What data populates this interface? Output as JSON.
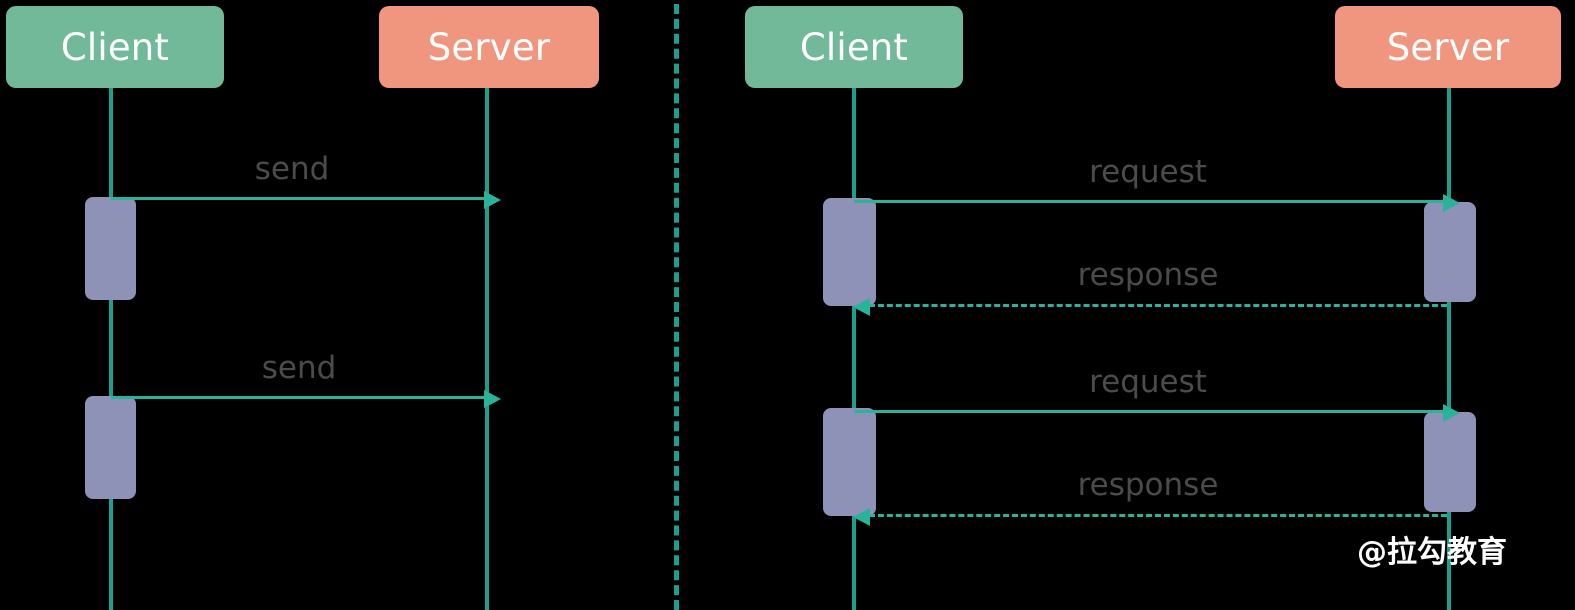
{
  "diagram": {
    "type": "uml-sequence-diagram",
    "title": "",
    "background_color": "#000000",
    "colors": {
      "client_box": "#72b99a",
      "server_box": "#f0967f",
      "lifeline": "#1aa08c",
      "message_line": "#2bb39a",
      "activation_bar": "#8e92b7",
      "label_text": "#4b4b4b",
      "participant_text": "#ffffff",
      "divider": "#1aa08c",
      "watermark_text": "#ffffff"
    },
    "divider": {
      "style": "dashed",
      "orientation": "vertical"
    },
    "watermark": {
      "text": "@拉勾教育"
    },
    "panels": [
      {
        "id": "left",
        "name": "one-way-send",
        "participants": [
          {
            "id": "client",
            "label": "Client",
            "role": "client"
          },
          {
            "id": "server",
            "label": "Server",
            "role": "server"
          }
        ],
        "messages": [
          {
            "label": "send",
            "from": "client",
            "to": "server",
            "style": "solid",
            "direction": "right"
          },
          {
            "label": "send",
            "from": "client",
            "to": "server",
            "style": "solid",
            "direction": "right"
          }
        ],
        "activations": [
          {
            "on": "client",
            "index": 1
          },
          {
            "on": "client",
            "index": 2
          }
        ]
      },
      {
        "id": "right",
        "name": "request-response",
        "participants": [
          {
            "id": "client",
            "label": "Client",
            "role": "client"
          },
          {
            "id": "server",
            "label": "Server",
            "role": "server"
          }
        ],
        "messages": [
          {
            "label": "request",
            "from": "client",
            "to": "server",
            "style": "solid",
            "direction": "right"
          },
          {
            "label": "response",
            "from": "server",
            "to": "client",
            "style": "dashed",
            "direction": "left"
          },
          {
            "label": "request",
            "from": "client",
            "to": "server",
            "style": "solid",
            "direction": "right"
          },
          {
            "label": "response",
            "from": "server",
            "to": "client",
            "style": "dashed",
            "direction": "left"
          }
        ],
        "activations": [
          {
            "on": "client",
            "index": 1
          },
          {
            "on": "server",
            "index": 1
          },
          {
            "on": "client",
            "index": 2
          },
          {
            "on": "server",
            "index": 2
          }
        ]
      }
    ]
  }
}
